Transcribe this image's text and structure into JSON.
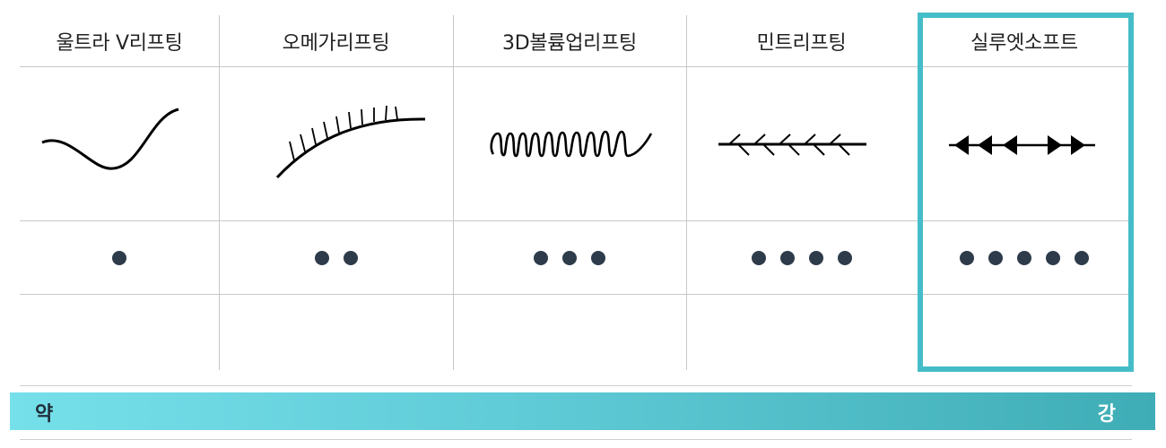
{
  "columns": [
    {
      "name": "울트라 V리프팅",
      "strength": 1,
      "thread": "wave-thread-icon"
    },
    {
      "name": "오메가리프팅",
      "strength": 2,
      "thread": "barbed-arc-thread-icon"
    },
    {
      "name": "3D볼륨업리프팅",
      "strength": 3,
      "thread": "coil-thread-icon"
    },
    {
      "name": "민트리프팅",
      "strength": 4,
      "thread": "cog-thread-icon"
    },
    {
      "name": "실루엣소프트",
      "strength": 5,
      "thread": "cone-thread-icon",
      "highlighted": true
    }
  ],
  "scale": {
    "weak_label": "약",
    "strong_label": "강"
  },
  "colors": {
    "highlight": "#45bdc8",
    "dot": "#2e3b4a",
    "scale_start": "#76e0ea",
    "scale_end": "#3fadb6"
  }
}
